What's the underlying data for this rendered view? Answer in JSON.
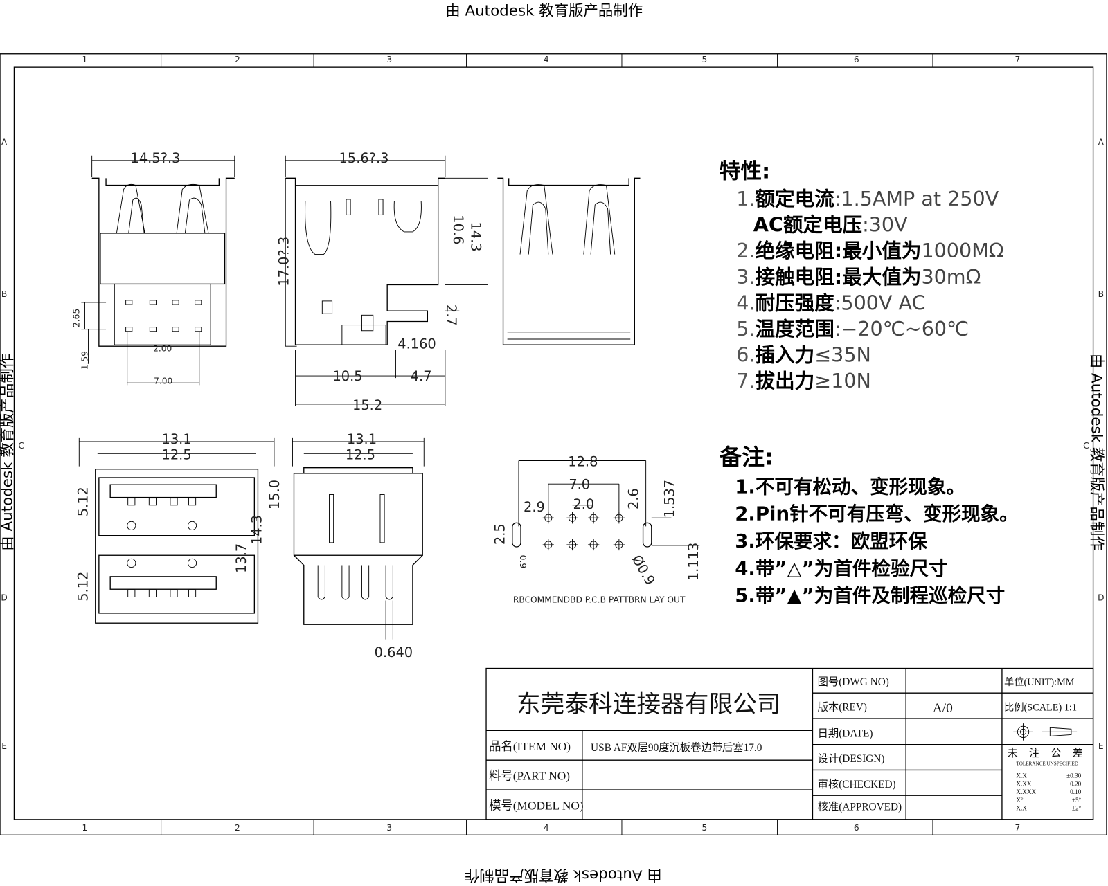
{
  "watermark": {
    "text": "由 Autodesk 教育版产品制作"
  },
  "border": {
    "columns": [
      "1",
      "2",
      "3",
      "4",
      "5",
      "6",
      "7"
    ],
    "rows": [
      "A",
      "B",
      "C",
      "D",
      "E"
    ]
  },
  "dimensions": {
    "front_width": "14.5?.3",
    "front_pitch_v": "2.65",
    "front_offset": "1.59",
    "front_pitch_h": "2.00",
    "front_span": "7.00",
    "side_width": "15.6?.3",
    "side_height": "17.0?.3",
    "side_h1": "10.6",
    "side_h2": "14.3",
    "side_27": "2.7",
    "side_4160": "4.160",
    "side_105": "10.5",
    "side_47": "4.7",
    "side_152": "15.2",
    "face_outer": "13.1",
    "face_inner": "12.5",
    "face_port1": "5.12",
    "face_port2": "5.12",
    "face_h150": "15.0",
    "face_h143": "14.3",
    "face_h137": "13.7",
    "back_outer": "13.1",
    "back_inner": "12.5",
    "back_pin": "0.640",
    "pcb_128": "12.8",
    "pcb_70": "7.0",
    "pcb_29": "2.9",
    "pcb_20": "2.0",
    "pcb_26": "2.6",
    "pcb_1537": "1.537",
    "pcb_25": "2.5",
    "pcb_09": "0.9",
    "pcb_1113": "1.113",
    "pcb_hole": "Ø0.9",
    "pcb_caption": "RBCOMMENDBD P.C.B PATTBRN LAY OUT"
  },
  "features": {
    "title": "特性:",
    "items": [
      {
        "num": "1.",
        "label": "额定电流",
        "value": ":1.5AMP  at  250V"
      },
      {
        "num": "",
        "label": "AC额定电压",
        "value": ":30V"
      },
      {
        "num": "2.",
        "label": "绝缘电阻:最小值为",
        "value": "1000MΩ"
      },
      {
        "num": "3.",
        "label": "接触电阻:最大值为",
        "value": "30mΩ"
      },
      {
        "num": "4.",
        "label": "耐压强度",
        "value": ":500V  AC"
      },
      {
        "num": "5.",
        "label": "温度范围",
        "value": ":−20℃~60℃"
      },
      {
        "num": "6.",
        "label": "插入力",
        "value": "≤35N"
      },
      {
        "num": "7.",
        "label": "拔出力",
        "value": "≥10N"
      }
    ]
  },
  "remarks": {
    "title": "备注:",
    "items": [
      "1.不可有松动、变形现象。",
      "2.Pin针不可有压弯、变形现象。",
      "3.环保要求：欧盟环保",
      "4.带”△”为首件检验尺寸",
      "5.带”▲”为首件及制程巡检尺寸"
    ]
  },
  "title_block": {
    "company": "东莞泰科连接器有限公司",
    "item_no_label": "品名(ITEM NO)",
    "item_no_value": "USB AF双层90度沉板卷边带后塞17.0",
    "part_no_label": "料号(PART NO)",
    "part_no_value": "",
    "model_no_label": "模号(MODEL NO)",
    "model_no_value": "",
    "dwg_no_label": "图号(DWG NO)",
    "dwg_no_value": "",
    "rev_label": "版本(REV)",
    "rev_value": "A/0",
    "date_label": "日期(DATE)",
    "design_label": "设计(DESIGN)",
    "checked_label": "审核(CHECKED)",
    "approved_label": "核准(APPROVED)",
    "unit": "单位(UNIT):MM",
    "scale": "比例(SCALE) 1:1",
    "tolerance_title": "未 注 公 差",
    "tolerance_subtitle": "TOLERANCE UNSPECIFIED",
    "tolerances": [
      {
        "fmt": "X.X",
        "val": "±0.30"
      },
      {
        "fmt": "X.XX",
        "val": "0.20"
      },
      {
        "fmt": "X.XXX",
        "val": "0.10"
      },
      {
        "fmt": "X°",
        "val": "±5°"
      },
      {
        "fmt": "X.X",
        "val": "±2°"
      }
    ]
  }
}
